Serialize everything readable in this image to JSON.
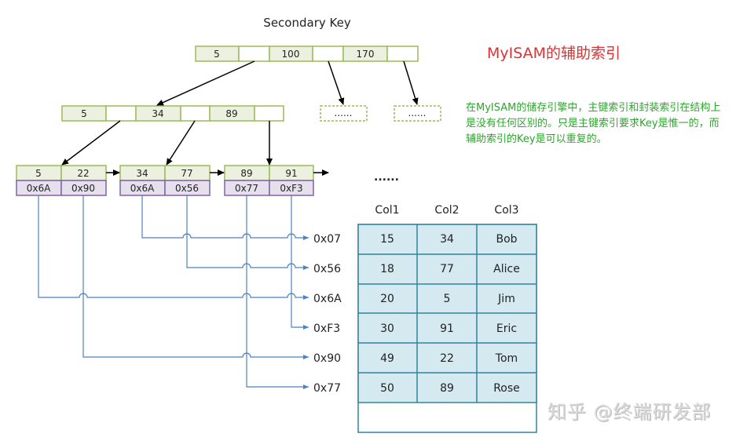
{
  "title": "Secondary Key",
  "note": {
    "heading": "MyISAM的辅助索引",
    "body": "在MyISAM的储存引擎中，主键索引和封装索引在结构上是没有任何区别的。只是主键索引要求Key是惟一的，而辅助索引的Key是可以重复的。"
  },
  "watermark": "知乎 @终端研发部",
  "colors": {
    "key_cell": "#ebf1de",
    "key_border": "#9bbb59",
    "ptr_cell": "#ffffff",
    "addr_cell": "#e6e0ec",
    "addr_border": "#8064a2",
    "table_fill": "#d5e9f0",
    "table_border": "#31849b",
    "line_blue": "#4f81bd",
    "dashed": "#9bbb59"
  },
  "root_node": {
    "keys": [
      "5",
      "100",
      "170"
    ]
  },
  "level2_node": {
    "keys": [
      "5",
      "34",
      "89"
    ]
  },
  "placeholder_nodes": [
    "......",
    "......"
  ],
  "leaf_nodes": [
    {
      "keys": [
        "5",
        "22"
      ],
      "addresses": [
        "0x6A",
        "0x90"
      ]
    },
    {
      "keys": [
        "34",
        "77"
      ],
      "addresses": [
        "0x6A",
        "0x56"
      ]
    },
    {
      "keys": [
        "89",
        "91"
      ],
      "addresses": [
        "0x77",
        "0xF3"
      ]
    }
  ],
  "ellipsis": "......",
  "table": {
    "columns": [
      "Col1",
      "Col2",
      "Col3"
    ],
    "rows": [
      {
        "address": "0x07",
        "cells": [
          "15",
          "34",
          "Bob"
        ]
      },
      {
        "address": "0x56",
        "cells": [
          "18",
          "77",
          "Alice"
        ]
      },
      {
        "address": "0x6A",
        "cells": [
          "20",
          "5",
          "Jim"
        ]
      },
      {
        "address": "0xF3",
        "cells": [
          "30",
          "91",
          "Eric"
        ]
      },
      {
        "address": "0x90",
        "cells": [
          "49",
          "22",
          "Tom"
        ]
      },
      {
        "address": "0x77",
        "cells": [
          "50",
          "89",
          "Rose"
        ]
      }
    ]
  }
}
